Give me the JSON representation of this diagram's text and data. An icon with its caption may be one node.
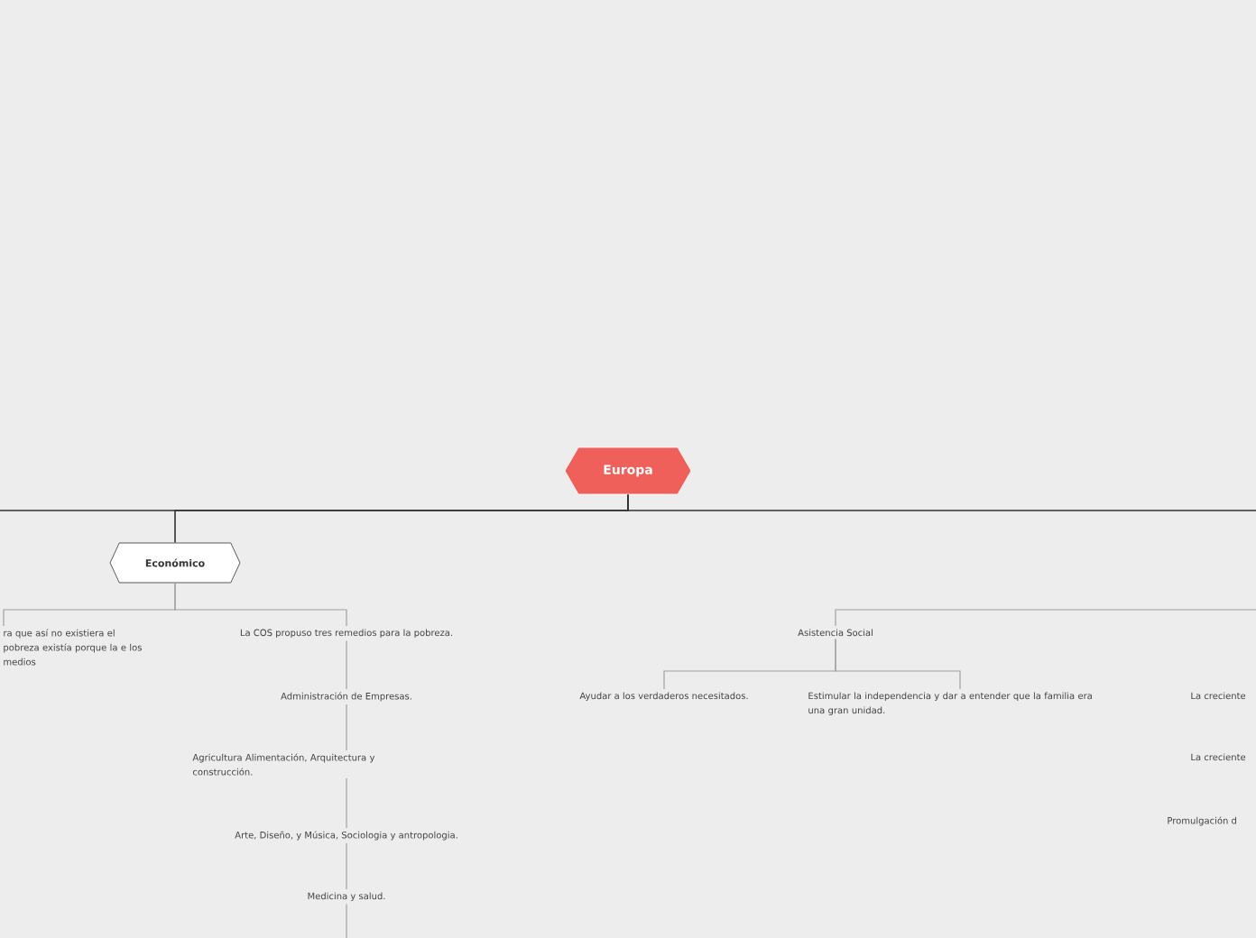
{
  "diagram": {
    "nodes": [
      {
        "text": [
          "Europa"
        ]
      },
      {
        "text": [
          "Económico"
        ]
      },
      {
        "text": [
          "ra que así no existiera el pobreza existía porque la e los medios"
        ]
      },
      {
        "text": [
          "La COS propuso tres remedios para la pobreza."
        ]
      },
      {
        "text": [
          "Administración de Empresas."
        ]
      },
      {
        "text": [
          "Agricultura Alimentación, Arquitectura y construcción."
        ]
      },
      {
        "text": [
          "Arte, Diseño, y Música, Sociologia y antropologia."
        ]
      },
      {
        "text": [
          "Medicina y salud."
        ]
      },
      {
        "text": [
          "Asistencia Social"
        ]
      },
      {
        "text": [
          "Ayudar a los verdaderos necesitados."
        ]
      },
      {
        "text": [
          "Estimular la independencia y dar a entender que la familia era una gran unidad."
        ]
      },
      {
        "text": [
          "La creciente"
        ]
      },
      {
        "text": [
          "La creciente"
        ]
      },
      {
        "text": [
          "Promulgación d"
        ]
      }
    ],
    "edges": [
      {
        "from": 0,
        "to": 1,
        "arrow": "none",
        "color": "#333333"
      },
      {
        "from": 0,
        "to": null,
        "arrow": "none",
        "color": "#333333"
      },
      {
        "from": 0,
        "to": null,
        "arrow": "none",
        "color": "#333333"
      },
      {
        "from": 1,
        "to": 2,
        "arrow": "none"
      },
      {
        "from": 1,
        "to": 3,
        "arrow": "none"
      },
      {
        "from": 3,
        "to": 4,
        "arrow": "none"
      },
      {
        "from": 4,
        "to": 5,
        "arrow": "none"
      },
      {
        "from": 5,
        "to": 6,
        "arrow": "none"
      },
      {
        "from": 6,
        "to": 7,
        "arrow": "none"
      },
      {
        "from": 7,
        "to": null,
        "arrow": "none"
      },
      {
        "from": null,
        "to": 8,
        "arrow": "none"
      },
      {
        "from": 8,
        "to": 9,
        "arrow": "none"
      },
      {
        "from": 8,
        "to": 10,
        "arrow": "none"
      }
    ]
  }
}
